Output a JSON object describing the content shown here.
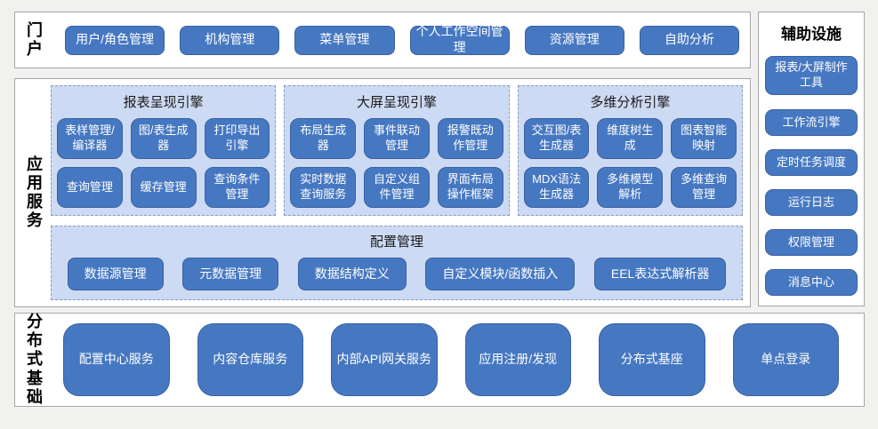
{
  "colors": {
    "page_background": "#f1f1ef",
    "panel_background": "#ffffff",
    "panel_border": "#a6a6a6",
    "button_blue": "#4678c2",
    "button_border": "#39619f",
    "button_text": "#ffffff",
    "engine_panel_fill": "#cddaf3",
    "engine_panel_dashed_border": "#8c9cbf"
  },
  "portal": {
    "label": "门户",
    "buttons": [
      "用户/角色管理",
      "机构管理",
      "菜单管理",
      "个人工作空间管理",
      "资源管理",
      "自助分析"
    ]
  },
  "app_services": {
    "label": "应用服务",
    "engines": [
      {
        "title": "报表呈现引擎",
        "buttons": [
          "表样管理/编译器",
          "图/表生成器",
          "打印导出引擎",
          "查询管理",
          "缓存管理",
          "查询条件管理"
        ]
      },
      {
        "title": "大屏呈现引擎",
        "buttons": [
          "布局生成器",
          "事件联动管理",
          "报警既动作管理",
          "实时数据查询服务",
          "自定义组件管理",
          "界面布局操作框架"
        ]
      },
      {
        "title": "多维分析引擎",
        "buttons": [
          "交互图/表生成器",
          "维度树生成",
          "图表智能映射",
          "MDX语法生成器",
          "多维模型解析",
          "多维查询管理"
        ]
      }
    ],
    "config": {
      "title": "配置管理",
      "buttons": [
        "数据源管理",
        "元数据管理",
        "数据结构定义",
        "自定义模块/函数插入",
        "EEL表达式解析器"
      ]
    }
  },
  "distributed": {
    "label": "分布式基础",
    "buttons": [
      "配置中心服务",
      "内容仓库服务",
      "内部API网关服务",
      "应用注册/发现",
      "分布式基座",
      "单点登录"
    ]
  },
  "auxiliary": {
    "title": "辅助设施",
    "buttons": [
      "报表/大屏制作工具",
      "工作流引擎",
      "定时任务调度",
      "运行日志",
      "权限管理",
      "消息中心"
    ]
  }
}
